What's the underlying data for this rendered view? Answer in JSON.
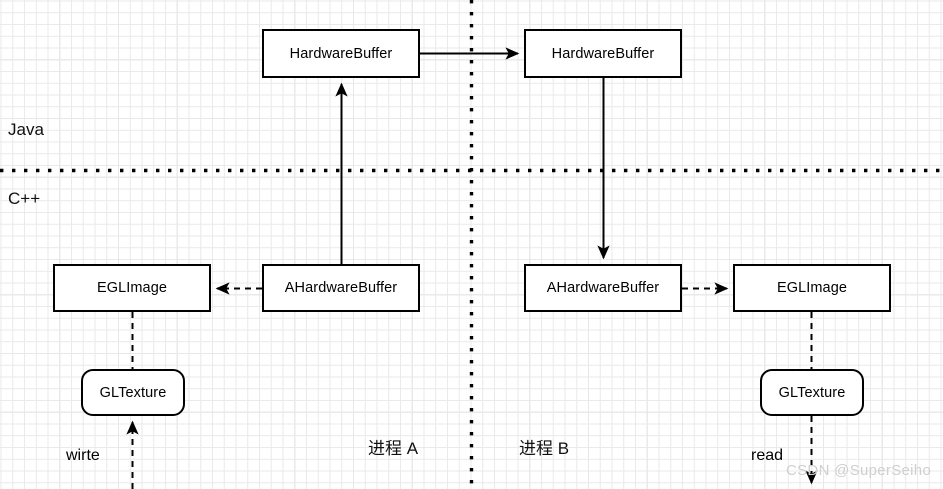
{
  "diagram": {
    "title": "HardwareBuffer cross-process sharing diagram",
    "background": "#ffffff",
    "grid_minor_color": "#e9e9e9",
    "grid_major_color": "#d4d4d4",
    "stroke_color": "#000000"
  },
  "layer_labels": [
    {
      "id": "java",
      "text": "Java"
    },
    {
      "id": "cpp",
      "text": "C++"
    }
  ],
  "process_labels": [
    {
      "id": "process-a",
      "text": "进程 A"
    },
    {
      "id": "process-b",
      "text": "进程 B"
    }
  ],
  "nodes": [
    {
      "id": "hardwarebuffer-a",
      "text": "HardwareBuffer",
      "shape": "rect"
    },
    {
      "id": "hardwarebuffer-b",
      "text": "HardwareBuffer",
      "shape": "rect"
    },
    {
      "id": "eglimage-a",
      "text": "EGLImage",
      "shape": "rect"
    },
    {
      "id": "ahardwarebuffer-a",
      "text": "AHardwareBuffer",
      "shape": "rect"
    },
    {
      "id": "ahardwarebuffer-b",
      "text": "AHardwareBuffer",
      "shape": "rect"
    },
    {
      "id": "eglimage-b",
      "text": "EGLImage",
      "shape": "rect"
    },
    {
      "id": "gltexture-a",
      "text": "GLTexture",
      "shape": "rounded-rect"
    },
    {
      "id": "gltexture-b",
      "text": "GLTexture",
      "shape": "rounded-rect"
    }
  ],
  "edge_labels": [
    {
      "id": "write-label",
      "text": "wirte"
    },
    {
      "id": "read-label",
      "text": "read"
    }
  ],
  "watermark": {
    "text": "CSDN @SuperSeiho"
  }
}
